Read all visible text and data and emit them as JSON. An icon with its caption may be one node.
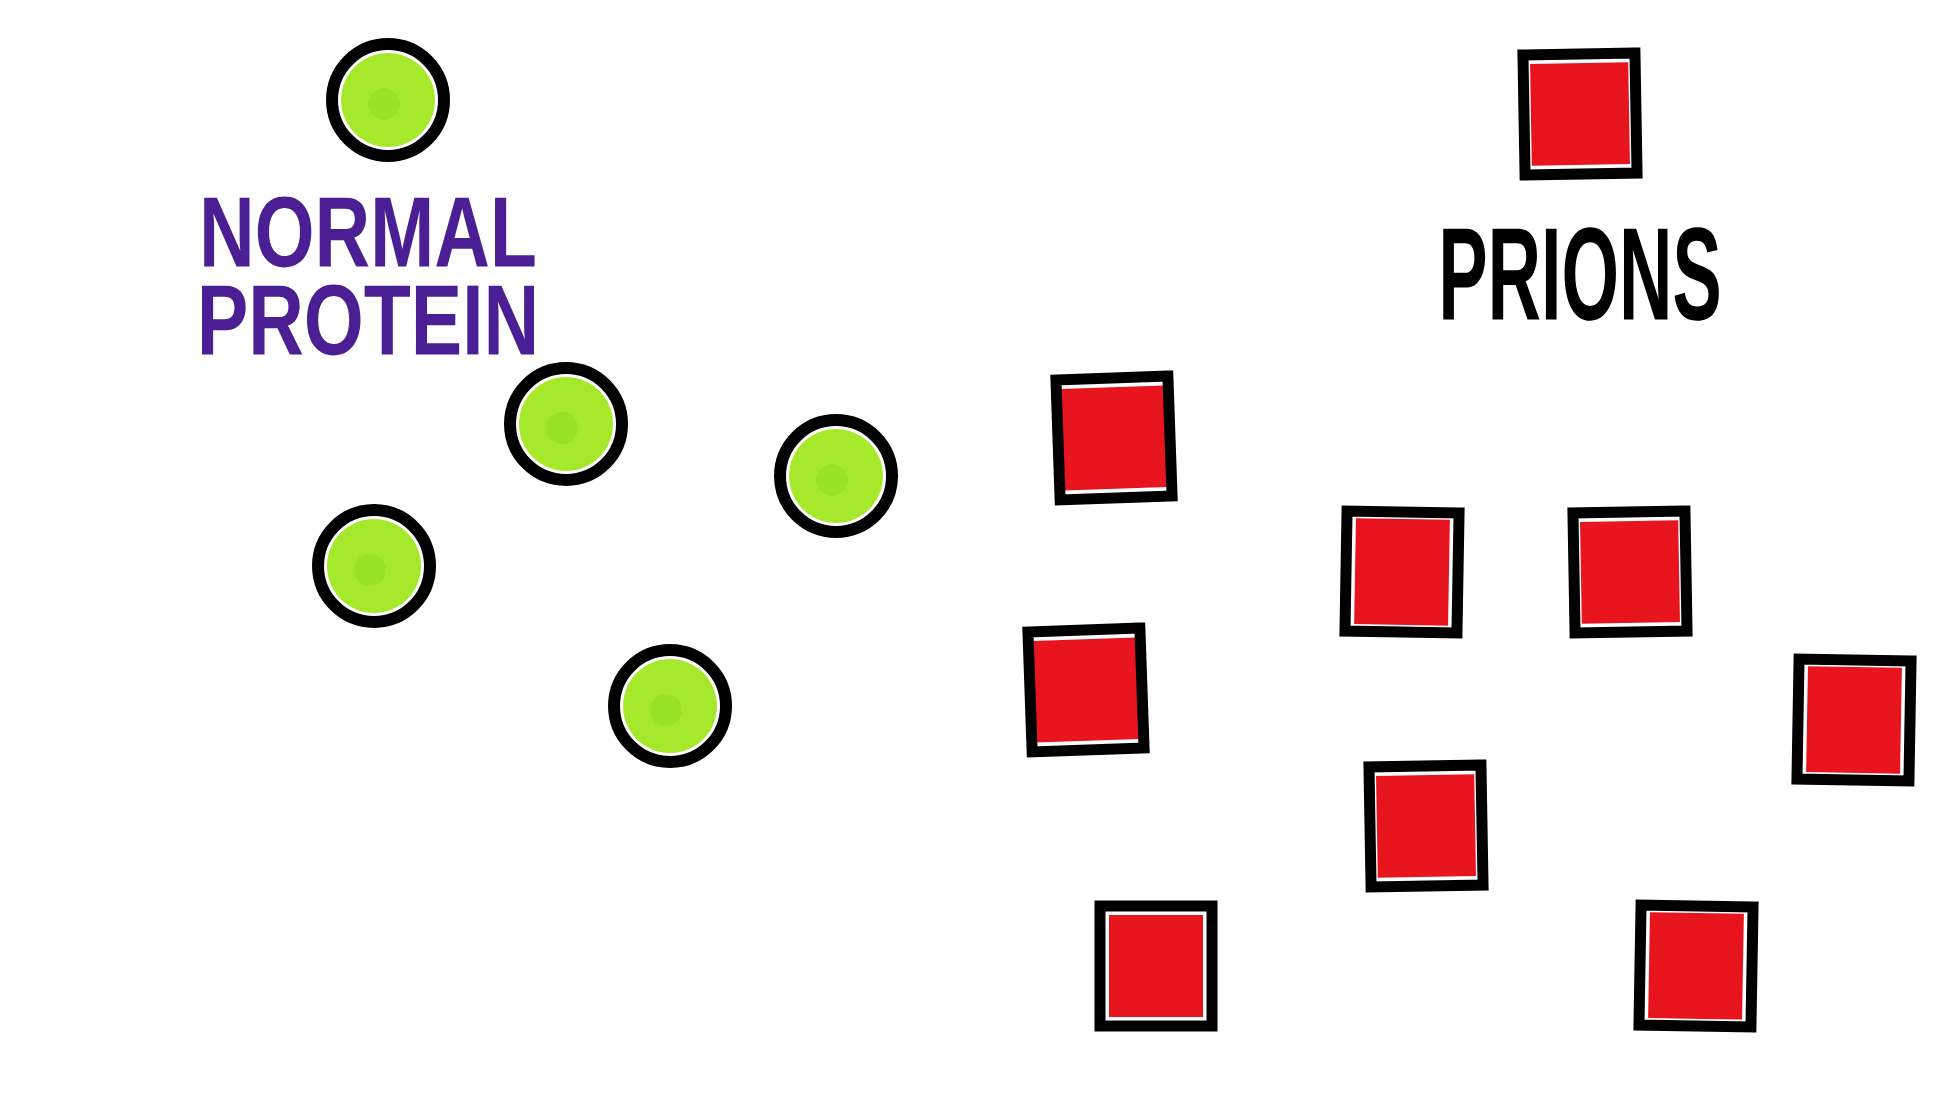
{
  "diagram": {
    "nodes": [
      {
        "text": [],
        "shape": "circle",
        "beside": [
          "NORMAL PROTEIN"
        ]
      },
      {
        "text": [],
        "shape": "box",
        "beside": [
          "PRIONS"
        ]
      },
      {
        "text": [],
        "shape": "circle"
      },
      {
        "text": [],
        "shape": "box"
      },
      {
        "text": [],
        "shape": "circle"
      },
      {
        "text": [],
        "shape": "circle"
      },
      {
        "text": [],
        "shape": "box"
      },
      {
        "text": [],
        "shape": "box"
      },
      {
        "text": [],
        "shape": "box"
      },
      {
        "text": [],
        "shape": "circle"
      },
      {
        "text": [],
        "shape": "box"
      },
      {
        "text": [],
        "shape": "box"
      },
      {
        "text": [],
        "shape": "box"
      },
      {
        "text": [],
        "shape": "box"
      }
    ]
  }
}
